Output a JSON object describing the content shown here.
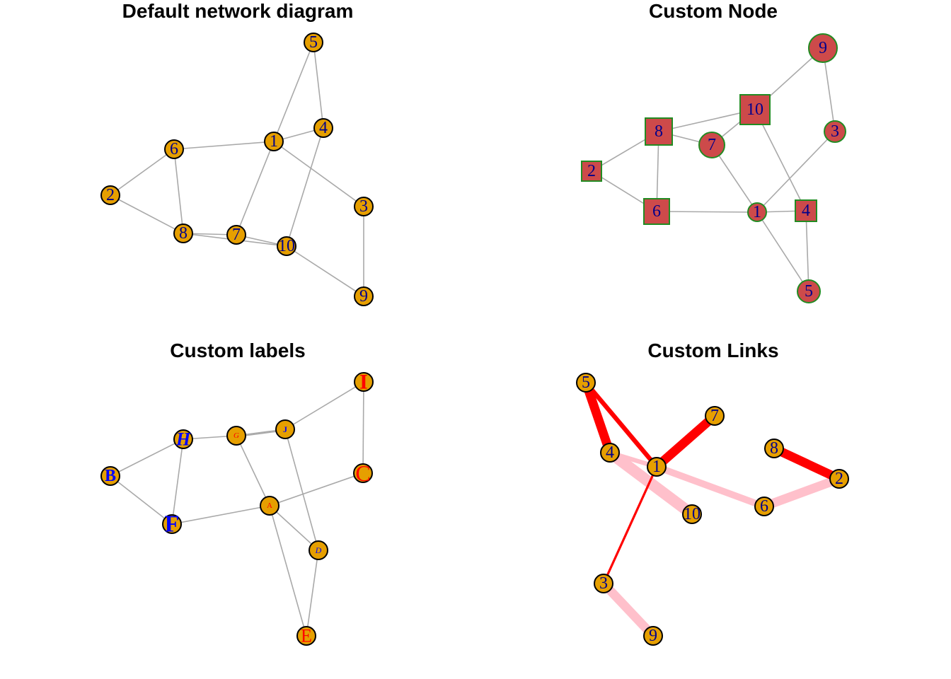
{
  "panels": [
    {
      "title": "Default network diagram",
      "node_fill": "#E69F00",
      "node_stroke": "#000000",
      "label_color": "#00008B",
      "edge_color": "#A9A9A9",
      "nodes": [
        {
          "id": "1",
          "label": "1"
        },
        {
          "id": "2",
          "label": "2"
        },
        {
          "id": "3",
          "label": "3"
        },
        {
          "id": "4",
          "label": "4"
        },
        {
          "id": "5",
          "label": "5"
        },
        {
          "id": "6",
          "label": "6"
        },
        {
          "id": "7",
          "label": "7"
        },
        {
          "id": "8",
          "label": "8"
        },
        {
          "id": "9",
          "label": "9"
        },
        {
          "id": "10",
          "label": "10"
        }
      ],
      "edges": [
        [
          "5",
          "1"
        ],
        [
          "5",
          "4"
        ],
        [
          "1",
          "4"
        ],
        [
          "6",
          "1"
        ],
        [
          "1",
          "7"
        ],
        [
          "1",
          "3"
        ],
        [
          "4",
          "10"
        ],
        [
          "6",
          "2"
        ],
        [
          "6",
          "8"
        ],
        [
          "2",
          "8"
        ],
        [
          "8",
          "7"
        ],
        [
          "8",
          "10"
        ],
        [
          "7",
          "10"
        ],
        [
          "10",
          "9"
        ],
        [
          "3",
          "9"
        ]
      ]
    },
    {
      "title": "Custom Node",
      "node_fill": "#CD4A4A",
      "node_stroke": "#228B22",
      "label_color": "#00008B",
      "edge_color": "#A9A9A9",
      "nodes": [
        {
          "id": "1",
          "label": "1",
          "shape": "circle"
        },
        {
          "id": "2",
          "label": "2",
          "shape": "square"
        },
        {
          "id": "3",
          "label": "3",
          "shape": "circle"
        },
        {
          "id": "4",
          "label": "4",
          "shape": "square"
        },
        {
          "id": "5",
          "label": "5",
          "shape": "circle"
        },
        {
          "id": "6",
          "label": "6",
          "shape": "square"
        },
        {
          "id": "7",
          "label": "7",
          "shape": "circle"
        },
        {
          "id": "8",
          "label": "8",
          "shape": "square"
        },
        {
          "id": "9",
          "label": "9",
          "shape": "circle"
        },
        {
          "id": "10",
          "label": "10",
          "shape": "square"
        }
      ],
      "edges": [
        [
          "5",
          "1"
        ],
        [
          "5",
          "4"
        ],
        [
          "1",
          "4"
        ],
        [
          "6",
          "1"
        ],
        [
          "1",
          "7"
        ],
        [
          "1",
          "3"
        ],
        [
          "4",
          "10"
        ],
        [
          "6",
          "2"
        ],
        [
          "6",
          "8"
        ],
        [
          "2",
          "8"
        ],
        [
          "8",
          "7"
        ],
        [
          "8",
          "10"
        ],
        [
          "7",
          "10"
        ],
        [
          "10",
          "9"
        ],
        [
          "3",
          "9"
        ]
      ]
    },
    {
      "title": "Custom labels",
      "node_fill": "#E69F00",
      "node_stroke": "#000000",
      "edge_color": "#A9A9A9",
      "nodes": [
        {
          "id": "A",
          "label": "A",
          "color": "#FF0000",
          "style": "plain"
        },
        {
          "id": "B",
          "label": "B",
          "color": "#0000FF",
          "style": "bold"
        },
        {
          "id": "C",
          "label": "C",
          "color": "#FF0000",
          "style": "plain"
        },
        {
          "id": "D",
          "label": "D",
          "color": "#0000FF",
          "style": "italic"
        },
        {
          "id": "E",
          "label": "E",
          "color": "#FF0000",
          "style": "plain"
        },
        {
          "id": "F",
          "label": "F",
          "color": "#0000FF",
          "style": "bold"
        },
        {
          "id": "G",
          "label": "G",
          "color": "#FF0000",
          "style": "italic"
        },
        {
          "id": "H",
          "label": "H",
          "color": "#0000FF",
          "style": "bold-italic"
        },
        {
          "id": "I",
          "label": "I",
          "color": "#FF0000",
          "style": "bold"
        },
        {
          "id": "J",
          "label": "J",
          "color": "#0000FF",
          "style": "bold"
        }
      ],
      "edges": [
        [
          "A",
          "E"
        ],
        [
          "A",
          "C"
        ],
        [
          "A",
          "D"
        ],
        [
          "A",
          "G"
        ],
        [
          "A",
          "F"
        ],
        [
          "D",
          "E"
        ],
        [
          "J",
          "D"
        ],
        [
          "J",
          "I"
        ],
        [
          "I",
          "C"
        ],
        [
          "G",
          "J"
        ],
        [
          "G",
          "J"
        ],
        [
          "H",
          "G"
        ],
        [
          "H",
          "B"
        ],
        [
          "H",
          "F"
        ],
        [
          "B",
          "F"
        ]
      ]
    },
    {
      "title": "Custom Links",
      "node_fill": "#E69F00",
      "node_stroke": "#000000",
      "label_color": "#00008B",
      "nodes": [
        {
          "id": "1",
          "label": "1"
        },
        {
          "id": "2",
          "label": "2"
        },
        {
          "id": "3",
          "label": "3"
        },
        {
          "id": "4",
          "label": "4"
        },
        {
          "id": "5",
          "label": "5"
        },
        {
          "id": "6",
          "label": "6"
        },
        {
          "id": "7",
          "label": "7"
        },
        {
          "id": "8",
          "label": "8"
        },
        {
          "id": "9",
          "label": "9"
        },
        {
          "id": "10",
          "label": "10"
        }
      ],
      "edges": [
        {
          "from": "4",
          "to": "10",
          "color": "#FFC0CB",
          "weight": 5
        },
        {
          "from": "4",
          "to": "1",
          "color": "#FFC0CB",
          "weight": 2
        },
        {
          "from": "1",
          "to": "6",
          "color": "#FFC0CB",
          "weight": 3
        },
        {
          "from": "6",
          "to": "2",
          "color": "#FFC0CB",
          "weight": 4
        },
        {
          "from": "3",
          "to": "9",
          "color": "#FFC0CB",
          "weight": 4
        },
        {
          "from": "5",
          "to": "4",
          "color": "#FF0000",
          "weight": 4
        },
        {
          "from": "5",
          "to": "1",
          "color": "#FF0000",
          "weight": 2
        },
        {
          "from": "1",
          "to": "7",
          "color": "#FF0000",
          "weight": 4
        },
        {
          "from": "8",
          "to": "2",
          "color": "#FF0000",
          "weight": 4
        },
        {
          "from": "1",
          "to": "3",
          "color": "#FF0000",
          "weight": 1
        }
      ]
    }
  ]
}
